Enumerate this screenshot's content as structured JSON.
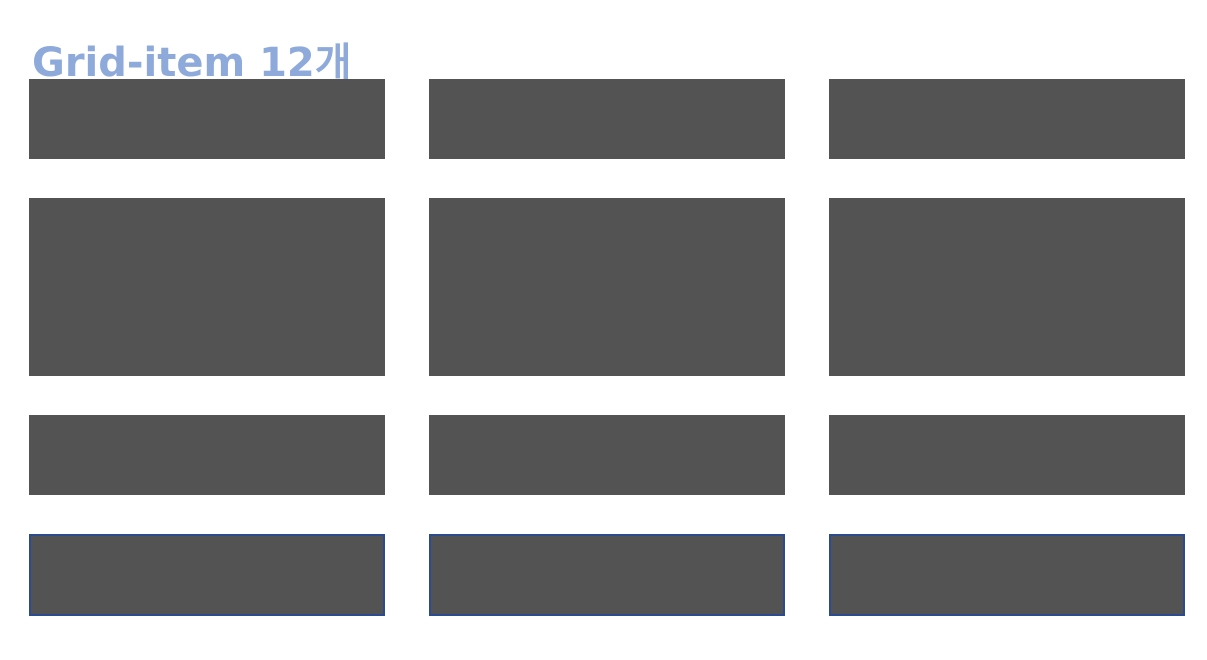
{
  "page": {
    "title": "Grid-item 12개",
    "title_color": "#8eaadb"
  },
  "grid": {
    "columns": 3,
    "item_count": 12,
    "item_color": "#535353",
    "last_row_outline_color": "#2b4a8f"
  }
}
